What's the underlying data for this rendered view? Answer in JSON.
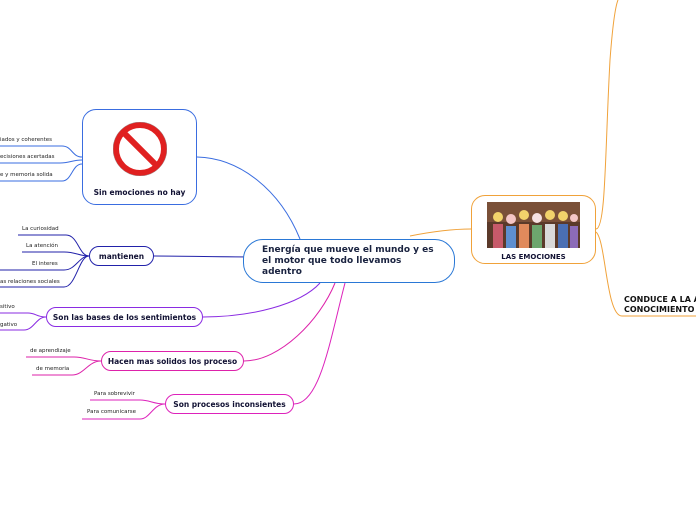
{
  "central": {
    "line1": "Energía que mueve el mundo y es",
    "line2": "el motor que todo llevamos",
    "line3": "adentro"
  },
  "sin_emociones": {
    "label": "Sin emociones no hay",
    "icon": "no-entry-sign-icon",
    "leaves": [
      "iados y coherentes",
      "ecisiones acertadas",
      "e y memoria solida"
    ]
  },
  "mantienen": {
    "label": "mantienen",
    "leaves": [
      "La curiosidad",
      "La atención",
      "El interes",
      "as relaciones sociales"
    ]
  },
  "bases": {
    "label": "Son las bases de los sentimientos",
    "leaves": [
      "sitivo",
      "gativo"
    ]
  },
  "hacen": {
    "label": "Hacen mas solidos los proceso",
    "leaves": [
      "de aprendizaje",
      "de memoria"
    ]
  },
  "procesos": {
    "label": "Son procesos inconsientes",
    "leaves": [
      "Para sobrevivir",
      "Para comunicarse"
    ]
  },
  "emociones": {
    "label": "LAS EMOCIONES",
    "image": "people-holding-emoji-masks"
  },
  "conduce": {
    "line1": "CONDUCE A LA A",
    "line2": "CONOCIMIENTO"
  },
  "colors": {
    "blue": "#3a6de0",
    "navy": "#2222aa",
    "purple": "#8a2be2",
    "magenta": "#dd22aa",
    "orange": "#f0a23a"
  }
}
